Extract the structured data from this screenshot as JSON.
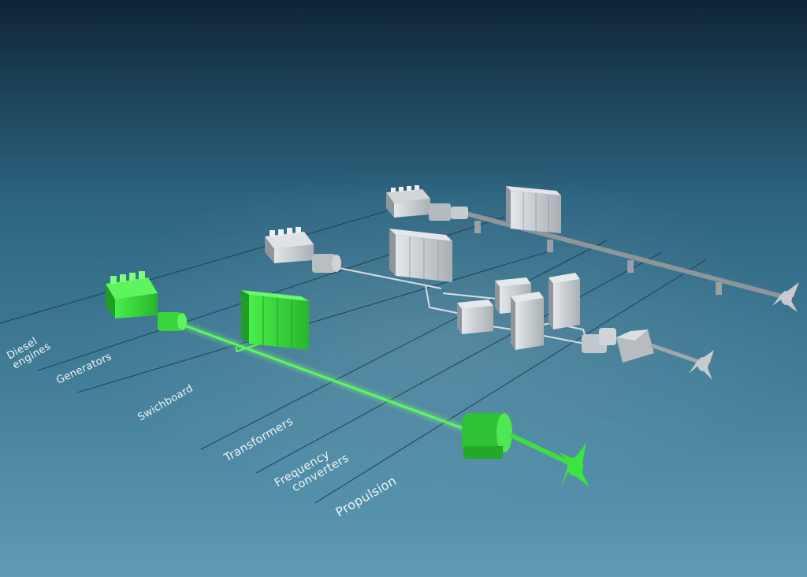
{
  "labels": {
    "diesel_engines": [
      "Diesel",
      "engines"
    ],
    "generators": "Generators",
    "switchboard": "Swichboard",
    "transformers": "Transformers",
    "frequency_converters": [
      "Frequency",
      "converters"
    ],
    "propulsion": "Propulsion"
  },
  "colors": {
    "background_top": "#0e2535",
    "background_mid": "#3d7590",
    "background_bottom": "#5f9bb5",
    "highlight_green": "#33dd3a",
    "equipment_gray": "#c9cdd1",
    "guide_line": "#1a3c4e"
  }
}
